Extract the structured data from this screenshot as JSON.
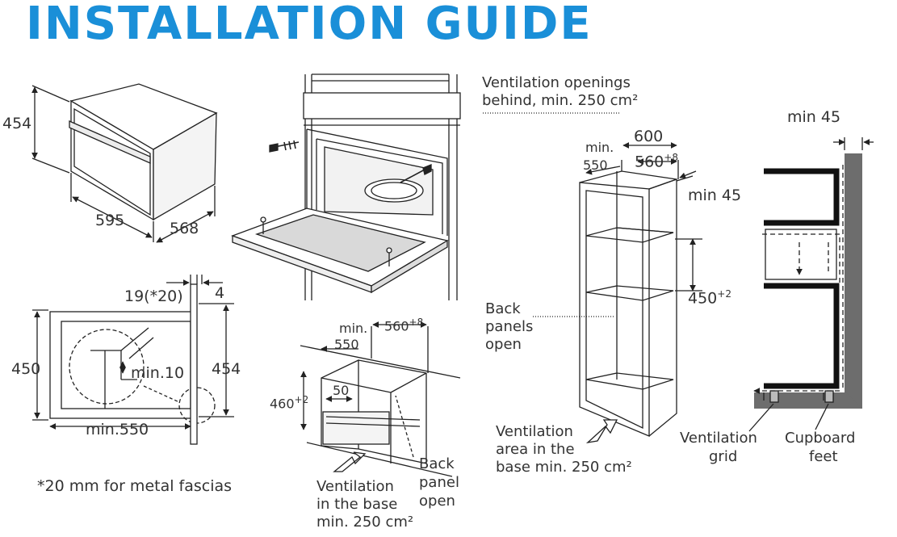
{
  "title": "INSTALLATION GUIDE",
  "colors": {
    "title": "#1a8fd8",
    "line": "#222222",
    "cabinet_wall": "#111111",
    "wall_grey": "#6d6d6d",
    "glass": "#d9d9d9"
  },
  "oven": {
    "height": "454",
    "width": "595",
    "depth": "568"
  },
  "installed": {},
  "section": {
    "fascia": "19(*20)",
    "gap": "4",
    "height_left": "450",
    "height_right": "454",
    "min_gap": "min.10",
    "min_depth": "min.550",
    "note": "*20 mm for metal fascias"
  },
  "base": {
    "min_label": "min.",
    "min_value": "550",
    "width": "560",
    "width_tol": "+8",
    "height": "460",
    "height_tol": "+2",
    "small": "50",
    "vent": [
      "Ventilation",
      "in the base",
      "min. 250 cm²"
    ],
    "back": [
      "Back",
      "panel",
      "open"
    ]
  },
  "tall": {
    "vent_behind": [
      "Ventilation openings",
      "behind, min. 250 cm²"
    ],
    "outer_width": "600",
    "min_label": "min.",
    "min_value": "550",
    "inner_width": "560",
    "inner_tol": "+8",
    "side_gap": "min 45",
    "niche": "450",
    "niche_tol": "+2",
    "back": [
      "Back",
      "panels",
      "open"
    ],
    "vent_base": [
      "Ventilation",
      "area in the",
      "base min. 250 cm²"
    ]
  },
  "airflow": {
    "top_gap": "min 45",
    "grid": [
      "Ventilation",
      "grid"
    ],
    "feet": [
      "Cupboard",
      "feet"
    ]
  }
}
